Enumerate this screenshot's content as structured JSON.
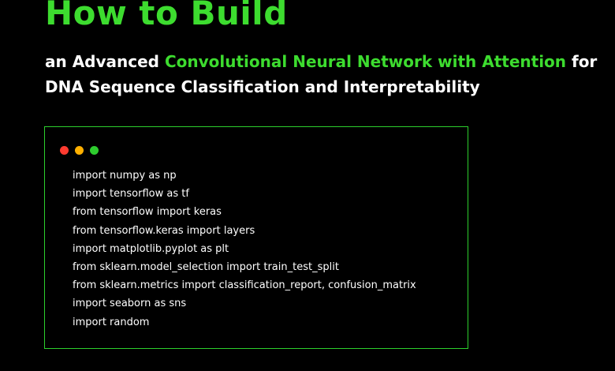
{
  "colors": {
    "background": "#000000",
    "accent": "#3ddc2f",
    "text": "#ffffff",
    "border": "#2ccf2c",
    "dot_red": "#ff3b30",
    "dot_yellow": "#ffb000",
    "dot_green": "#2ecc2e"
  },
  "header": {
    "title": "How to Build",
    "subtitle_prefix": "an Advanced ",
    "subtitle_highlight": "Convolutional Neural Network with Attention",
    "subtitle_suffix": " for DNA Sequence Classification and Interpretability"
  },
  "code_window": {
    "window_controls": [
      "close-dot",
      "minimize-dot",
      "maximize-dot"
    ],
    "lines": [
      "import numpy as np",
      "import tensorflow as tf",
      "from tensorflow import keras",
      "from tensorflow.keras import layers",
      "import matplotlib.pyplot as plt",
      "from sklearn.model_selection import train_test_split",
      "from sklearn.metrics import classification_report, confusion_matrix",
      "import seaborn as sns",
      "import random"
    ]
  }
}
